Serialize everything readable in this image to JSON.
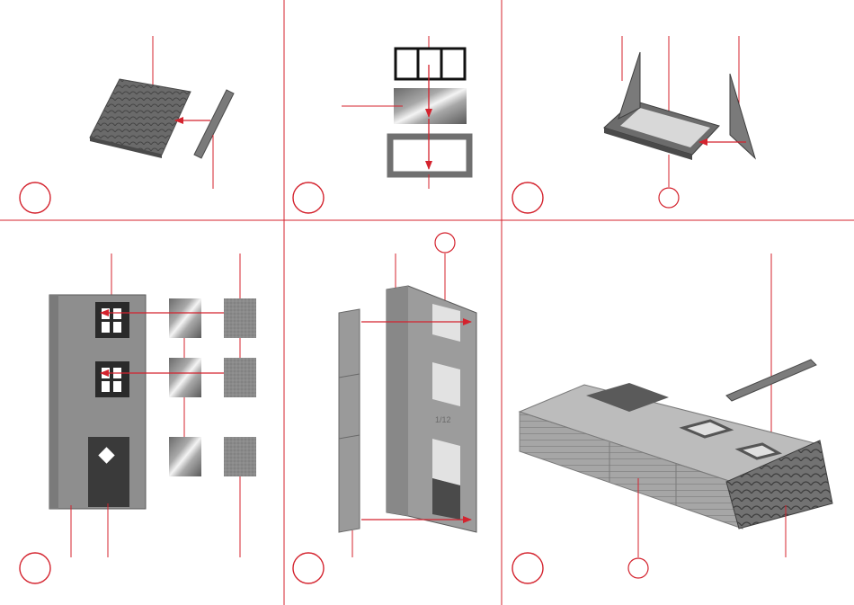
{
  "colors": {
    "accent": "#d4232e",
    "part_dark": "#5e5e5e",
    "part_mid": "#8a8a8a",
    "part_light": "#b4b4b4",
    "paper": "#ffffff"
  },
  "steps": [
    {
      "number": "",
      "subject": "roof-panel"
    },
    {
      "number": "",
      "subject": "window-frame"
    },
    {
      "number": "",
      "subject": "gable-ends"
    },
    {
      "number": "",
      "subject": "front-wall"
    },
    {
      "number": "",
      "subject": "side-wall"
    },
    {
      "number": "",
      "subject": "base-assembly"
    }
  ],
  "wall_text": "1/12",
  "reference_callouts": [
    {
      "label": ""
    },
    {
      "label": ""
    },
    {
      "label": ""
    }
  ]
}
